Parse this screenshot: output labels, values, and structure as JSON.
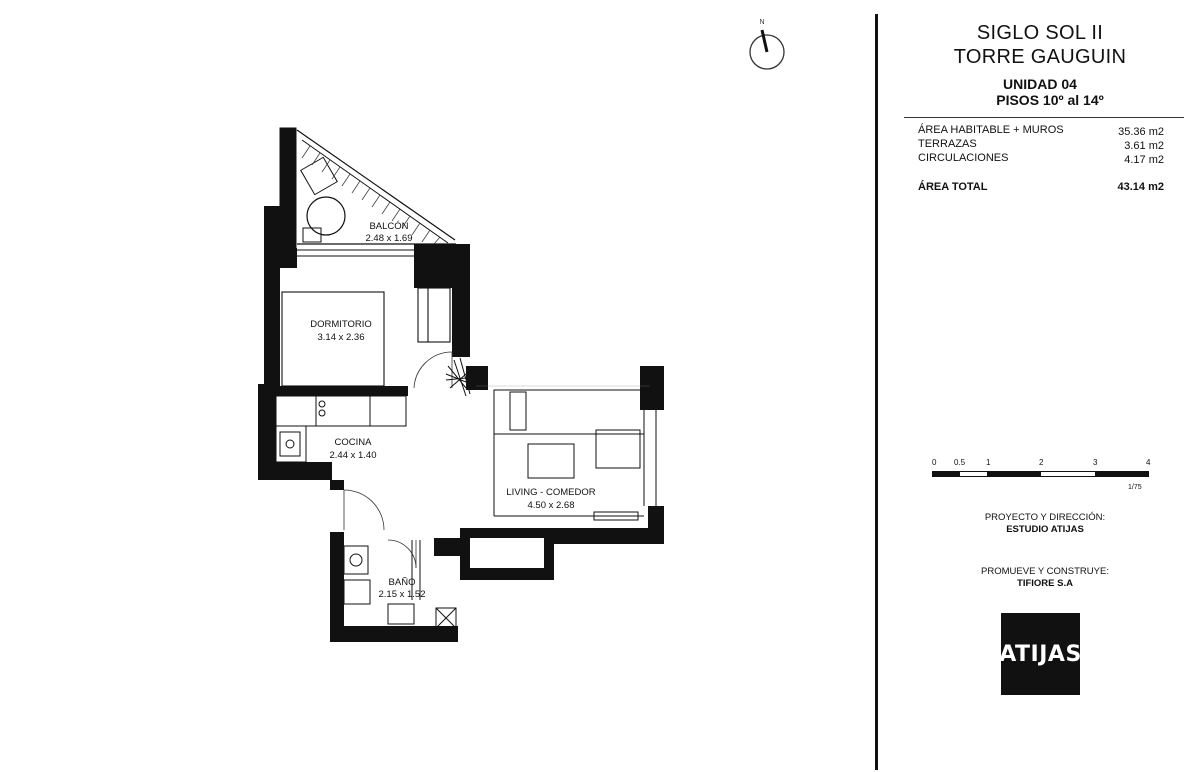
{
  "project": {
    "name_line1": "SIGLO SOL II",
    "name_line2": "TORRE GAUGUIN",
    "unit": "UNIDAD 04",
    "floors": "PISOS 10º al 14º"
  },
  "areas": [
    {
      "label": "ÁREA HABITABLE + MUROS",
      "value": "35.36 m2"
    },
    {
      "label": "TERRAZAS",
      "value": "3.61 m2"
    },
    {
      "label": "CIRCULACIONES",
      "value": "4.17 m2"
    }
  ],
  "total": {
    "label": "ÁREA TOTAL",
    "value": "43.14 m2"
  },
  "scale_bar": {
    "ticks": [
      "0",
      "0.5",
      "1",
      "2",
      "3",
      "4"
    ],
    "ratio": "1/75"
  },
  "credits": {
    "project_label": "PROYECTO Y DIRECCIÓN:",
    "project_value": "ESTUDIO ATIJAS",
    "promoter_label": "PROMUEVE Y CONSTRUYE:",
    "promoter_value": "TIFIORE S.A"
  },
  "logo_text": "ATIJAS",
  "compass": {
    "north_label": "N"
  },
  "rooms": {
    "balcon": {
      "name": "BALCÓN",
      "dims": "2.48 x 1.69"
    },
    "dormitorio": {
      "name": "DORMITORIO",
      "dims": "3.14 x 2.36"
    },
    "cocina": {
      "name": "COCINA",
      "dims": "2.44 x 1.40"
    },
    "living": {
      "name": "LIVING - COMEDOR",
      "dims": "4.50 x 2.68"
    },
    "bano": {
      "name": "BAÑO",
      "dims": "2.15 x 1.52"
    }
  }
}
